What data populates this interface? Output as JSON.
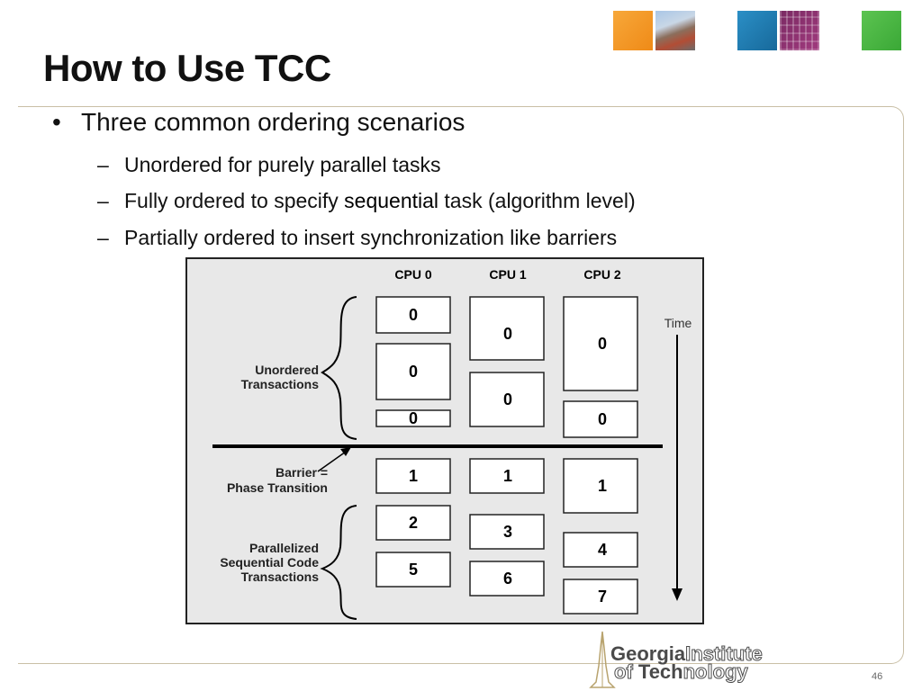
{
  "slide": {
    "title": "How to Use TCC",
    "page_number": "46"
  },
  "bullets": {
    "main": "Three common ordering scenarios",
    "subs": [
      {
        "prefix": "Unordered for purely parallel tasks",
        "highlight": "",
        "suffix": ""
      },
      {
        "prefix": "Fully ordered to specify ",
        "highlight": "sequential",
        "suffix": " task (algorithm level)"
      },
      {
        "prefix": "Partially ordered to insert synchronization like barriers",
        "highlight": "",
        "suffix": ""
      }
    ],
    "bullet_symbol": "•",
    "dash_symbol": "–"
  },
  "diagram": {
    "cpu_headers": [
      "CPU 0",
      "CPU 1",
      "CPU 2"
    ],
    "time_label": "Time",
    "group_labels": {
      "unordered_line1": "Unordered",
      "unordered_line2": "Transactions",
      "barrier_line1": "Barrier =",
      "barrier_line2": "Phase  Transition",
      "parallel_line1": "Parallelized",
      "parallel_line2": "Sequential Code",
      "parallel_line3": "Transactions"
    },
    "phase1": {
      "cpu0": [
        "0",
        "0",
        "0"
      ],
      "cpu1": [
        "0",
        "0"
      ],
      "cpu2": [
        "0",
        "0"
      ]
    },
    "phase2": {
      "cpu0": [
        "1",
        "2",
        "5"
      ],
      "cpu1": [
        "1",
        "3",
        "6"
      ],
      "cpu2": [
        "1",
        "4",
        "7"
      ]
    }
  },
  "logo": {
    "line1_bold": "Georgia",
    "line1_outline": "Institute",
    "line2_outline_a": "of ",
    "line2_bold": "Tech",
    "line2_outline_b": "nology"
  },
  "colors": {
    "orange": "#ef8a17",
    "blue": "#17699b",
    "green": "#3aa836",
    "frame": "#c9bfa6"
  }
}
